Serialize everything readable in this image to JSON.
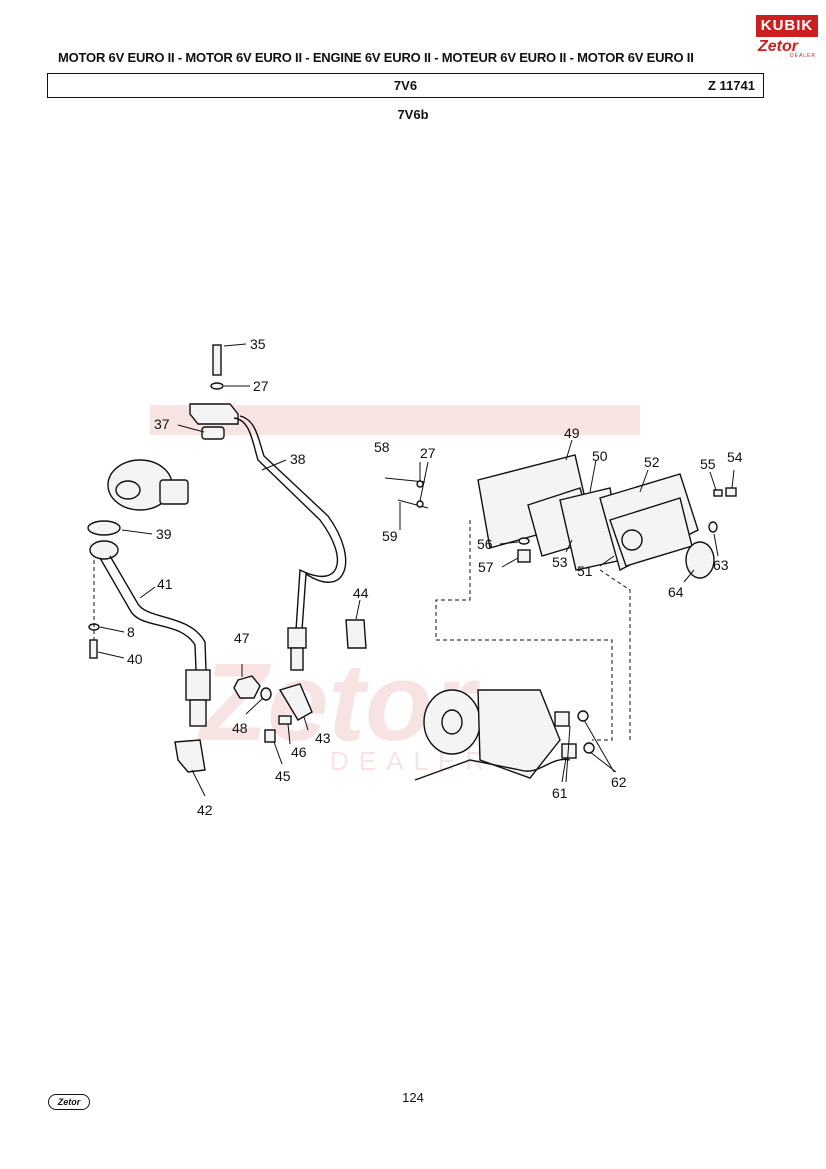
{
  "header": {
    "title_line": "MOTOR 6V EURO II - MOTOR 6V EURO II - ENGINE 6V EURO II - MOTEUR 6V EURO II - MOTOR 6V EURO II",
    "section_code": "7V6",
    "drawing_number": "Z 11741",
    "subsection": "7V6b"
  },
  "logo": {
    "brand": "KUBIK",
    "sub": "Zetor",
    "tag": "DEALER"
  },
  "watermark": {
    "text": "Zetor",
    "sub": "DEALER"
  },
  "footer": {
    "logo_text": "Zetor",
    "page_number": "124"
  },
  "callouts": {
    "c35": "35",
    "c27a": "27",
    "c37": "37",
    "c38": "38",
    "c39": "39",
    "c41": "41",
    "c8": "8",
    "c40": "40",
    "c47": "47",
    "c48": "48",
    "c46": "46",
    "c43": "43",
    "c45": "45",
    "c42": "42",
    "c44": "44",
    "c58": "58",
    "c27b": "27",
    "c49": "49",
    "c50": "50",
    "c52": "52",
    "c55": "55",
    "c54": "54",
    "c59": "59",
    "c56": "56",
    "c57": "57",
    "c53": "53",
    "c51": "51",
    "c63": "63",
    "c64": "64",
    "c61": "61",
    "c62": "62"
  },
  "colors": {
    "accent": "#cc1f1f",
    "ink": "#111111"
  }
}
